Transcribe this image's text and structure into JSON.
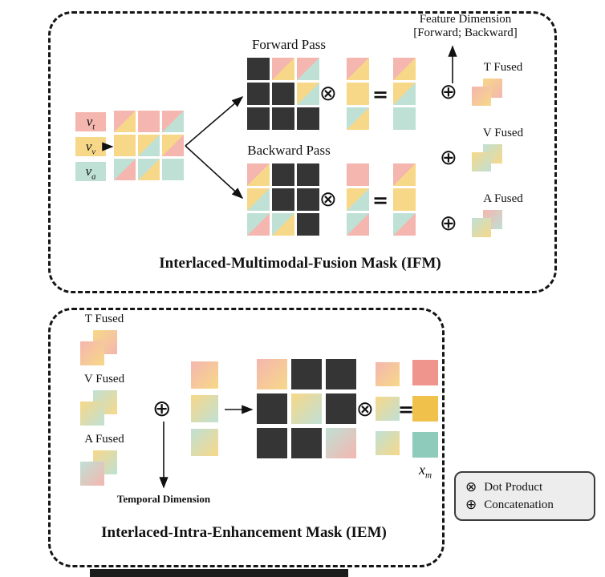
{
  "colors": {
    "pink": "#f4b6af",
    "yellow": "#f7d888",
    "teal": "#bfe0d5",
    "dark": "#353535",
    "pink_strong": "#f0958d",
    "yellow_strong": "#f0c14b",
    "teal_strong": "#8ecbbb",
    "legend_bg": "#ededed",
    "ink": "#111111"
  },
  "symbols": {
    "otimes": "⊗",
    "oplus": "⊕",
    "equals": "="
  },
  "ifm": {
    "title": "Interlaced-Multimodal-Fusion Mask (IFM)",
    "inputs": [
      {
        "base": "v",
        "sub": "t"
      },
      {
        "base": "v",
        "sub": "v"
      },
      {
        "base": "v",
        "sub": "a"
      }
    ],
    "input_grid": [
      [
        "pink/yellow",
        "pink",
        "pink/teal"
      ],
      [
        "yellow",
        "yellow/teal",
        "yellow/pink"
      ],
      [
        "teal/pink",
        "teal/yellow",
        "teal"
      ]
    ],
    "forward": {
      "label": "Forward Pass",
      "mask": [
        [
          "dark",
          "pink/yellow",
          "pink/teal"
        ],
        [
          "dark",
          "dark",
          "yellow/teal"
        ],
        [
          "dark",
          "dark",
          "dark"
        ]
      ],
      "operand": [
        "pink/yellow",
        "yellow",
        "teal/yellow"
      ],
      "result": [
        "pink/yellow",
        "yellow/teal",
        "teal"
      ]
    },
    "backward": {
      "label": "Backward Pass",
      "mask": [
        [
          "pink/yellow",
          "dark",
          "dark"
        ],
        [
          "yellow/teal",
          "dark",
          "dark"
        ],
        [
          "teal/pink",
          "teal/yellow",
          "dark"
        ]
      ],
      "operand": [
        "pink",
        "yellow/teal",
        "teal/pink"
      ],
      "result": [
        "pink/yellow",
        "yellow",
        "teal/pink"
      ]
    },
    "feature_dimension": {
      "line1": "Feature Dimension",
      "line2": "[Forward; Backward]"
    },
    "fused": [
      {
        "label": "T Fused",
        "chips": [
          "grad:yellow-pink",
          "grad:pink-yellow"
        ]
      },
      {
        "label": "V Fused",
        "chips": [
          "grad:teal-yellow",
          "grad:yellow-teal"
        ]
      },
      {
        "label": "A Fused",
        "chips": [
          "grad:pink-teal",
          "grad:teal-yellow"
        ]
      }
    ]
  },
  "iem": {
    "title": "Interlaced-Intra-Enhancement Mask (IEM)",
    "fused": [
      {
        "label": "T Fused",
        "chips": [
          "grad:yellow-pink",
          "grad:pink-yellow"
        ]
      },
      {
        "label": "V Fused",
        "chips": [
          "grad:teal-yellow",
          "grad:yellow-teal"
        ]
      },
      {
        "label": "A Fused",
        "chips": [
          "grad:yellow-teal",
          "grad:teal-pink"
        ]
      }
    ],
    "temporal_label": "Temporal Dimension",
    "operand_left": [
      "grad:pink-yellow",
      "grad:yellow-teal",
      "grad:teal-yellow"
    ],
    "mask": [
      [
        "grad:pink-yellow",
        "dark",
        "dark"
      ],
      [
        "dark",
        "grad:yellow-teal",
        "dark"
      ],
      [
        "dark",
        "dark",
        "grad:teal-pink"
      ]
    ],
    "operand_right": [
      "grad:pink-yellow",
      "grad:yellow-teal",
      "grad:teal-yellow"
    ],
    "output": [
      "pink_strong",
      "yellow_strong",
      "teal_strong"
    ],
    "output_label": {
      "base": "x",
      "sub": "m"
    }
  },
  "legend": {
    "items": [
      {
        "symbol": "⊗",
        "label": "Dot Product"
      },
      {
        "symbol": "⊕",
        "label": "Concatenation"
      }
    ]
  }
}
